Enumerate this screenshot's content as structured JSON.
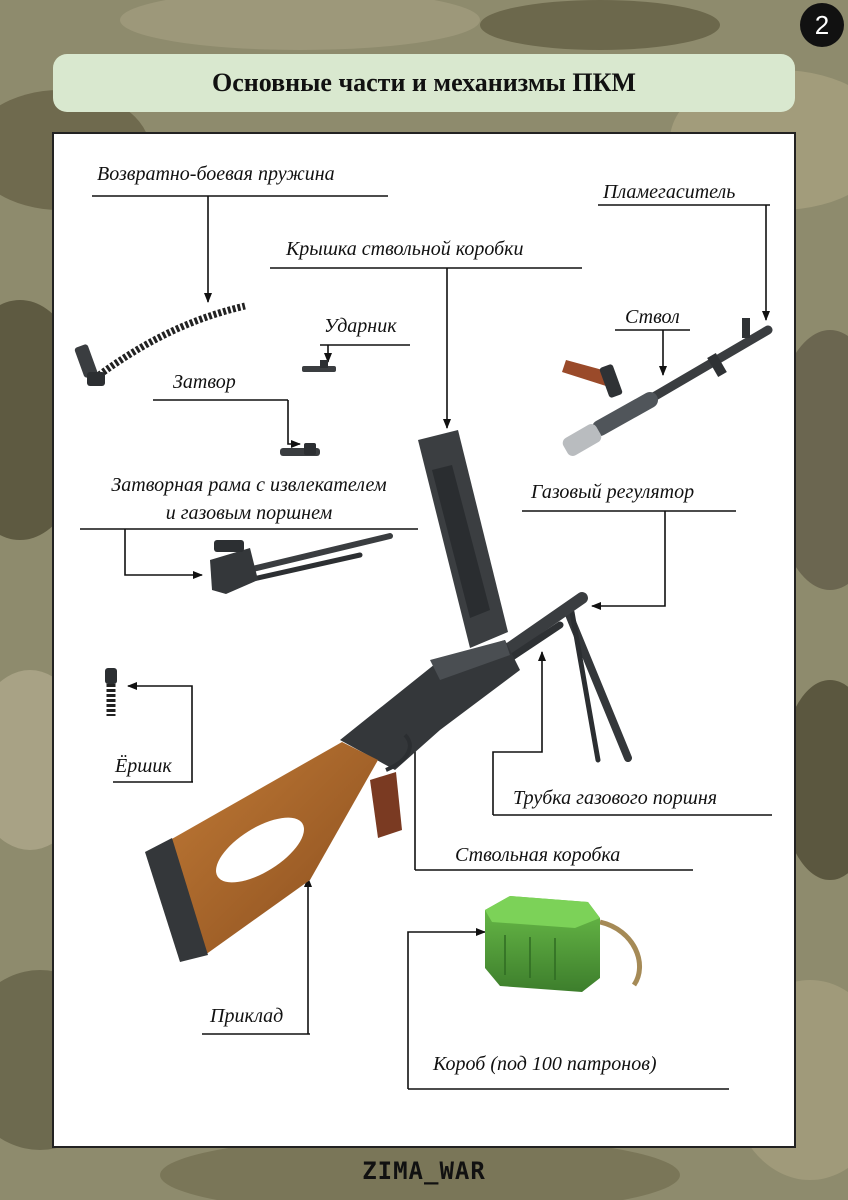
{
  "page": {
    "number": "2"
  },
  "title": "Основные части и механизмы ПКМ",
  "labels": {
    "spring": "Возвратно-боевая пружина",
    "flash_hider": "Пламегаситель",
    "cover": "Крышка ствольной коробки",
    "firing_pin": "Ударник",
    "barrel": "Ствол",
    "bolt": "Затвор",
    "carrier_line1": "Затворная рама с извлекателем",
    "carrier_line2": "и газовым поршнем",
    "gas_regulator": "Газовый регулятор",
    "brush": "Ёршик",
    "gas_tube": "Трубка газового поршня",
    "receiver": "Ствольная коробка",
    "stock": "Приклад",
    "box": "Короб (под 100 патронов)"
  },
  "footer": {
    "brand": "ZIMA_WAR"
  },
  "colors": {
    "title_bg": "#d9e8cf",
    "wood": "#a8652a",
    "metal": "#3a3d40",
    "box_green": "#4f9a3a"
  }
}
